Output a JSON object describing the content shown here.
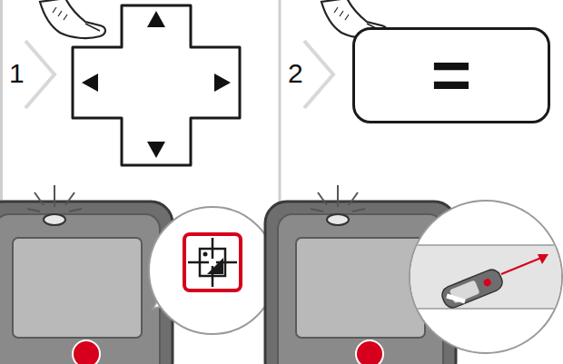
{
  "diagram": {
    "nodes": [
      {
        "text": [
          "="
        ]
      }
    ],
    "labels": [
      "1",
      "2"
    ]
  }
}
